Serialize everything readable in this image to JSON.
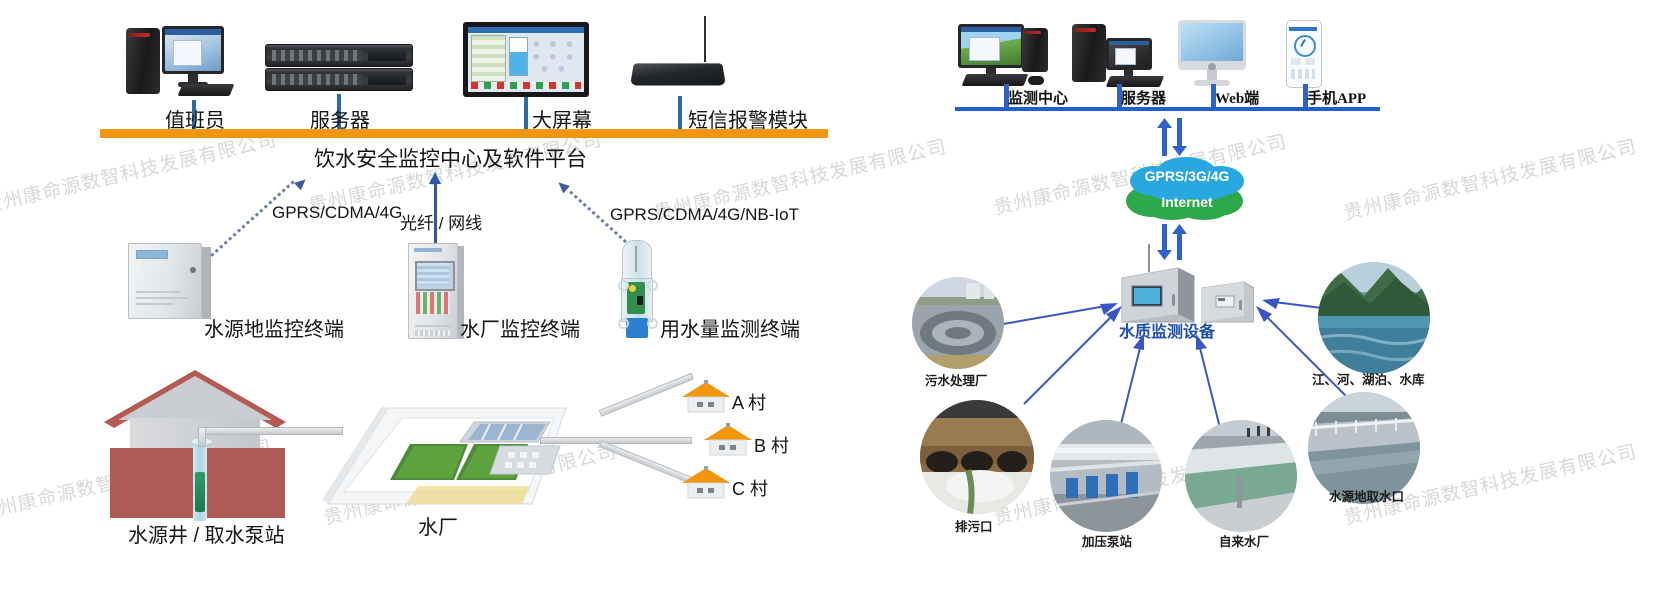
{
  "left_diagram": {
    "title": "饮水安全监控中心及软件平台",
    "top_devices": [
      {
        "label": "值班员",
        "icon": "desktop-pc-icon"
      },
      {
        "label": "服务器",
        "icon": "rack-server-icon"
      },
      {
        "label": "大屏幕",
        "icon": "large-screen-icon"
      },
      {
        "label": "短信报警模块",
        "icon": "sms-modem-icon"
      }
    ],
    "links": [
      {
        "label": "GPRS/CDMA/4G",
        "style": "dotted-binary"
      },
      {
        "label": "光纤 / 网线",
        "style": "solid"
      },
      {
        "label": "GPRS/CDMA/4G/NB-IoT",
        "style": "dotted-binary"
      }
    ],
    "terminals": [
      {
        "label": "水源地监控终端",
        "icon": "wall-cabinet-icon"
      },
      {
        "label": "水厂监控终端",
        "icon": "floor-cabinet-icon"
      },
      {
        "label": "用水量监测终端",
        "icon": "water-meter-sensor-icon"
      }
    ],
    "field_labels": [
      {
        "label": "水源井 / 取水泵站"
      },
      {
        "label": "水厂"
      }
    ],
    "villages": [
      {
        "label": "A 村"
      },
      {
        "label": "B 村"
      },
      {
        "label": "C 村"
      }
    ]
  },
  "right_diagram": {
    "top_devices": [
      {
        "label": "监测中心",
        "icon": "desktop-monitor-icon"
      },
      {
        "label": "服务器",
        "icon": "tower-server-icon"
      },
      {
        "label": "Web端",
        "icon": "imac-icon"
      },
      {
        "label": "手机APP",
        "icon": "smartphone-icon"
      }
    ],
    "clouds": [
      {
        "label": "GPRS/3G/4G",
        "color": "#29a8e0"
      },
      {
        "label": "Internet",
        "color": "#2da84a"
      }
    ],
    "device_label": "水质监测设备",
    "sources": [
      {
        "label": "污水处理厂",
        "photo": "sewage-treatment-plant-photo"
      },
      {
        "label": "排污口",
        "photo": "sewage-outlet-photo"
      },
      {
        "label": "加压泵站",
        "photo": "booster-pump-station-photo"
      },
      {
        "label": "自来水厂",
        "photo": "tap-water-plant-photo"
      },
      {
        "label": "水源地取水口",
        "photo": "water-intake-photo"
      },
      {
        "label": "江、河、湖泊、水库",
        "photo": "river-lake-reservoir-photo"
      }
    ]
  },
  "watermark": {
    "text": "贵州康命源数智科技发展有限公司"
  },
  "colors": {
    "orange_bar": "#f0960f",
    "blue_bar": "#1f5fd0",
    "arrow_blue": "#3b56c4",
    "cloud_blue": "#29a8e0",
    "cloud_green": "#2da84a"
  }
}
